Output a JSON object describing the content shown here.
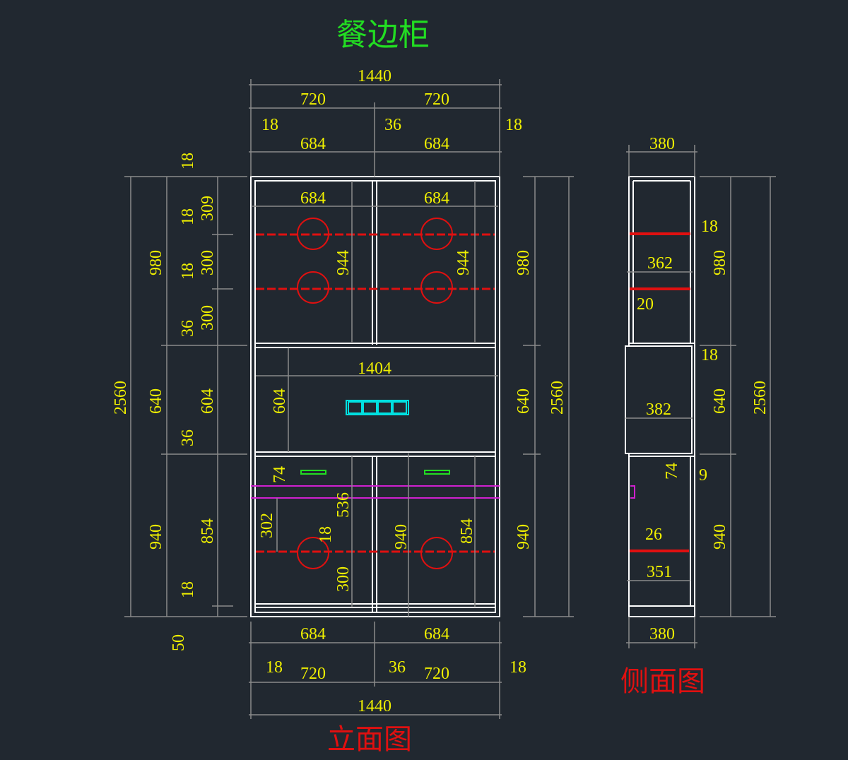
{
  "title": "餐边柜",
  "front_caption": "立面图",
  "side_caption": "侧面图",
  "colors": {
    "background": "#212830",
    "dimension_text": "#f0f000",
    "outline": "#ffffff",
    "dim_line": "#8a8a8a",
    "shelf_pin": "#e01010",
    "title": "#22dd22",
    "socket": "#00e0e0",
    "handle": "#22dd22",
    "rail": "#d020d0"
  },
  "front": {
    "top": {
      "overall": "1440",
      "half_l": "720",
      "half_r": "720",
      "side_l": "18",
      "mid": "36",
      "side_r": "18",
      "door_l": "684",
      "door_r": "684"
    },
    "inner": {
      "upper_w_l": "684",
      "upper_w_r": "684",
      "upper_h_l": "944",
      "upper_h_r": "944",
      "mid_w": "1404",
      "mid_h": "604",
      "drawer_gap": "74",
      "lower_pin": "302",
      "lower_h1": "536",
      "lower_shelf": "18",
      "lower_h2": "300",
      "lower_940": "940",
      "lower_854": "854"
    },
    "left": {
      "total": "2560",
      "upper": "980",
      "middle": "640",
      "lower": "940",
      "d1": "18",
      "d2": "309",
      "d3": "18",
      "d4": "300",
      "d5": "18",
      "d6": "300",
      "d7": "36",
      "d8": "604",
      "d9": "36",
      "d10": "854",
      "d11": "18",
      "d12": "50"
    },
    "right": {
      "upper": "980",
      "middle": "640",
      "lower": "940",
      "total": "2560"
    },
    "bottom": {
      "door_l": "684",
      "door_r": "684",
      "side_l": "18",
      "mid": "36",
      "side_r": "18",
      "half_l": "720",
      "half_r": "720",
      "overall": "1440"
    }
  },
  "side": {
    "top_depth": "380",
    "s1": "18",
    "s2": "362",
    "s3": "20",
    "s4": "18",
    "s5": "382",
    "s6": "74",
    "s7": "9",
    "s8": "26",
    "s9": "351",
    "upper": "980",
    "middle": "640",
    "lower": "940",
    "total": "2560",
    "bottom_depth": "380"
  }
}
